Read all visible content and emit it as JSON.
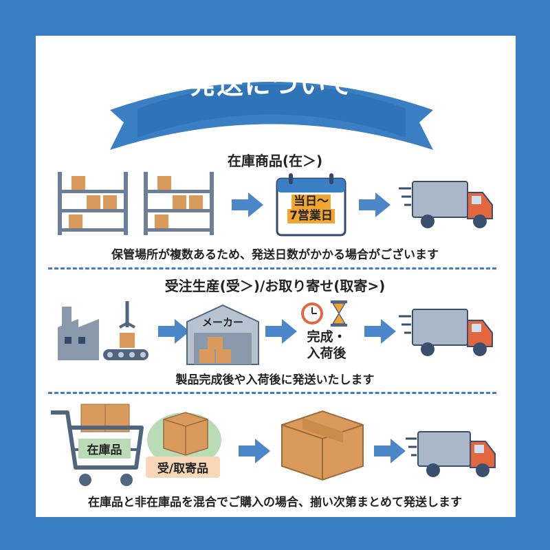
{
  "banner": {
    "title": "発送について"
  },
  "sections": [
    {
      "title": "在庫商品(在＞)",
      "calendar_text_line1": "当日〜",
      "calendar_text_line2": "7営業日",
      "caption": "保管場所が複数あるため、発送日数がかかる場合がございます"
    },
    {
      "title": "受注生産(受＞)/お取り寄せ(取寄>)",
      "maker_label": "メーカー",
      "status_line1": "完成・",
      "status_line2": "入荷後",
      "caption": "製品完成後や入荷後に発送いたします"
    },
    {
      "cart_label": "在庫品",
      "order_label": "受/取寄品",
      "caption": "在庫品と非在庫品を混合でご購入の場合、揃い次第まとめて発送します"
    }
  ],
  "colors": {
    "frame": "#3a7fc3",
    "banner": "#3a7fc3",
    "box": "#d99a5b",
    "truck_cab": "#e2673f",
    "arrow": "#4a86c8",
    "shelf": "#6d7f96",
    "label_bg_green": "#b9dbb5",
    "label_bg_peach": "#f7d7b8"
  },
  "icons": [
    "shelf-icon",
    "calendar-icon",
    "truck-icon",
    "factory-icon",
    "warehouse-icon",
    "clock-icon",
    "hourglass-icon",
    "cart-icon",
    "box-icon"
  ]
}
